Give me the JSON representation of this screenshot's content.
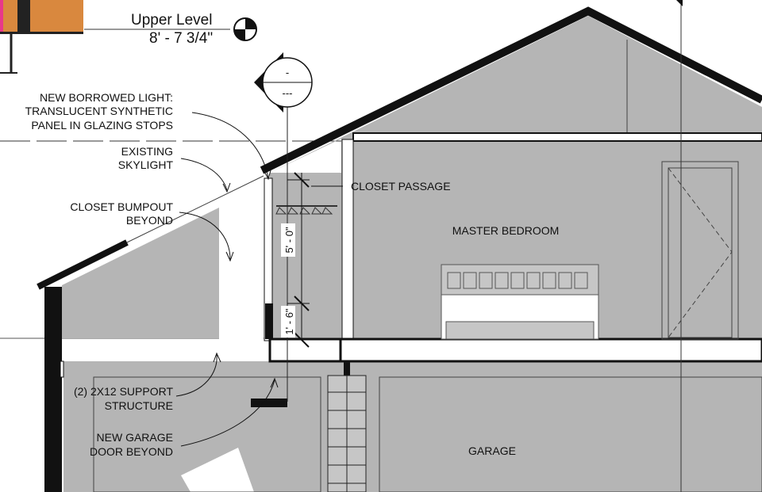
{
  "level_marker": {
    "name": "Upper Level",
    "elevation": "8' - 7 3/4\""
  },
  "section_tag": {
    "top": "-",
    "bottom": "---"
  },
  "notes": {
    "borrowed_light": [
      "NEW BORROWED LIGHT:",
      "TRANSLUCENT SYNTHETIC",
      "PANEL IN GLAZING STOPS"
    ],
    "skylight": [
      "EXISTING",
      "SKYLIGHT"
    ],
    "closet_bumpout": [
      "CLOSET BUMPOUT",
      "BEYOND"
    ],
    "closet_passage": "CLOSET PASSAGE",
    "support": [
      "(2) 2X12 SUPPORT",
      "STRUCTURE"
    ],
    "garage_door": [
      "NEW GARAGE",
      "DOOR BEYOND"
    ]
  },
  "rooms": {
    "master_bedroom": "MASTER BEDROOM",
    "garage": "GARAGE"
  },
  "dimensions": {
    "upper": "5' - 0\"",
    "lower": "1' - 6\""
  },
  "colors": {
    "fill": "#b5b5b5",
    "fill_light": "#c6c6c6",
    "ink": "#111111",
    "thumb_orange": "#d9883e",
    "thumb_pink": "#e8388a"
  }
}
